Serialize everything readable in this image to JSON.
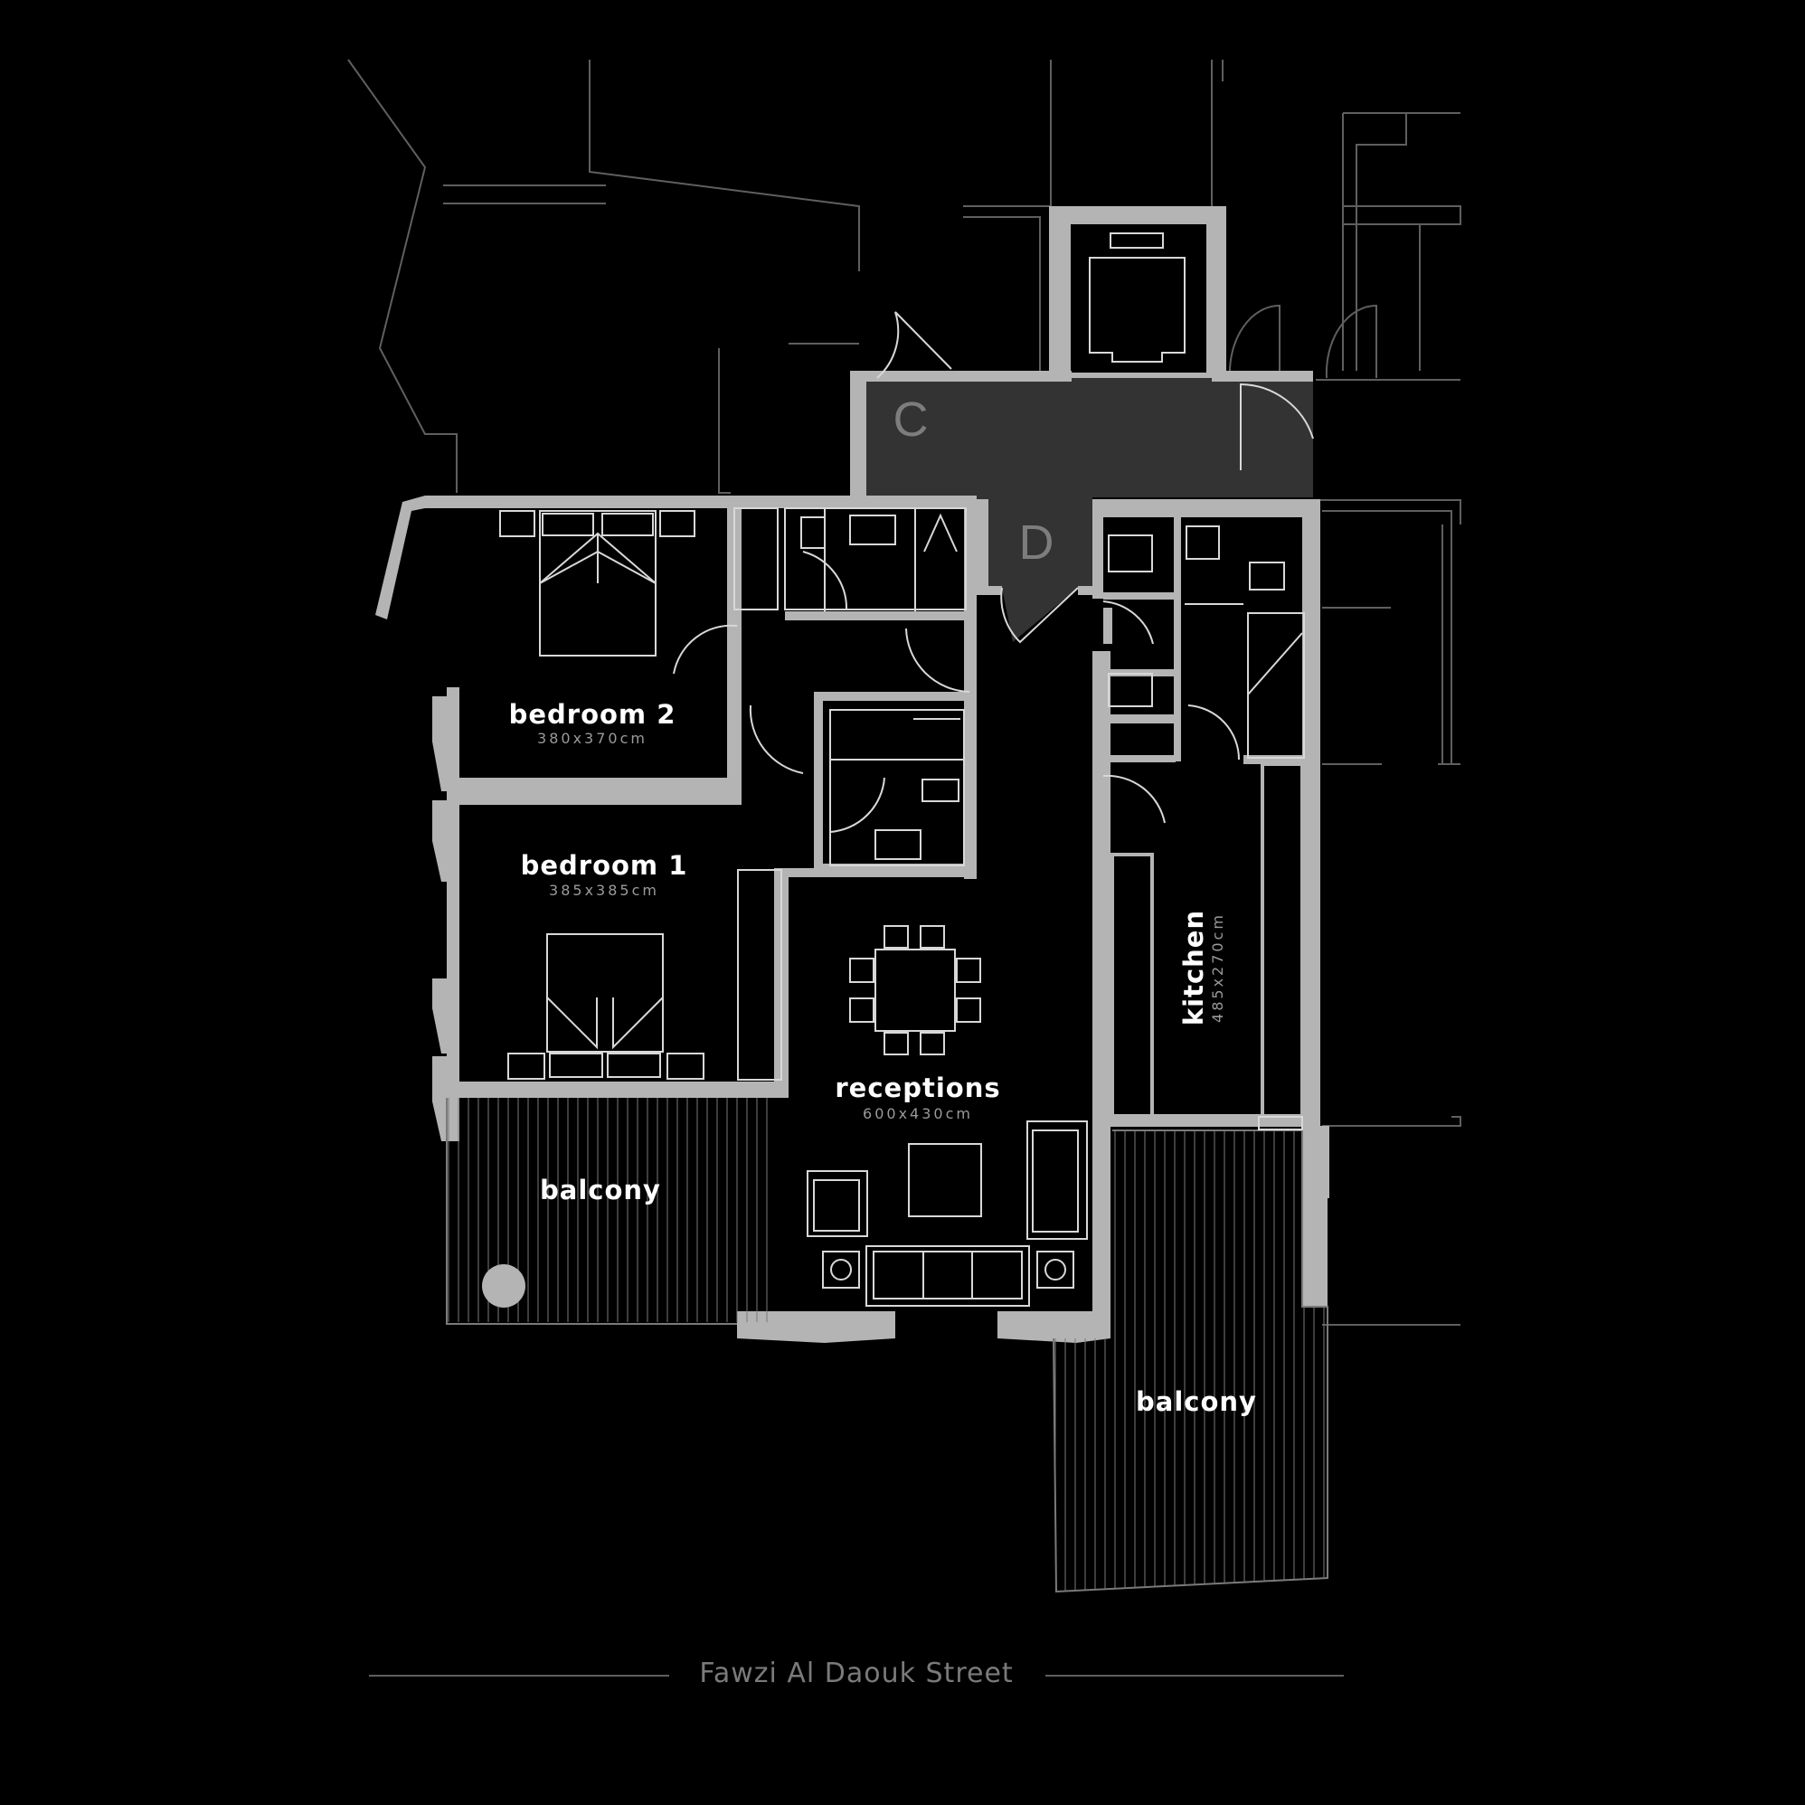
{
  "colors": {
    "background": "#000000",
    "walls": "#b4b4b4",
    "core_fill": "#333333",
    "lines": "#d8d8d8",
    "context_lines": "#5f5f5f",
    "label_text": "#ffffff",
    "dimension_text": "#9a9a9a",
    "street_text": "#7a7a7a"
  },
  "cores": {
    "c": "C",
    "d": "D"
  },
  "rooms": {
    "bedroom2": {
      "name": "bedroom 2",
      "size": "380x370cm"
    },
    "bedroom1": {
      "name": "bedroom 1",
      "size": "385x385cm"
    },
    "receptions": {
      "name": "receptions",
      "size": "600x430cm"
    },
    "kitchen": {
      "name": "kitchen",
      "size": "485x270cm"
    },
    "balcony_west": {
      "name": "balcony"
    },
    "balcony_east": {
      "name": "balcony"
    }
  },
  "street": "Fawzi Al Daouk Street"
}
